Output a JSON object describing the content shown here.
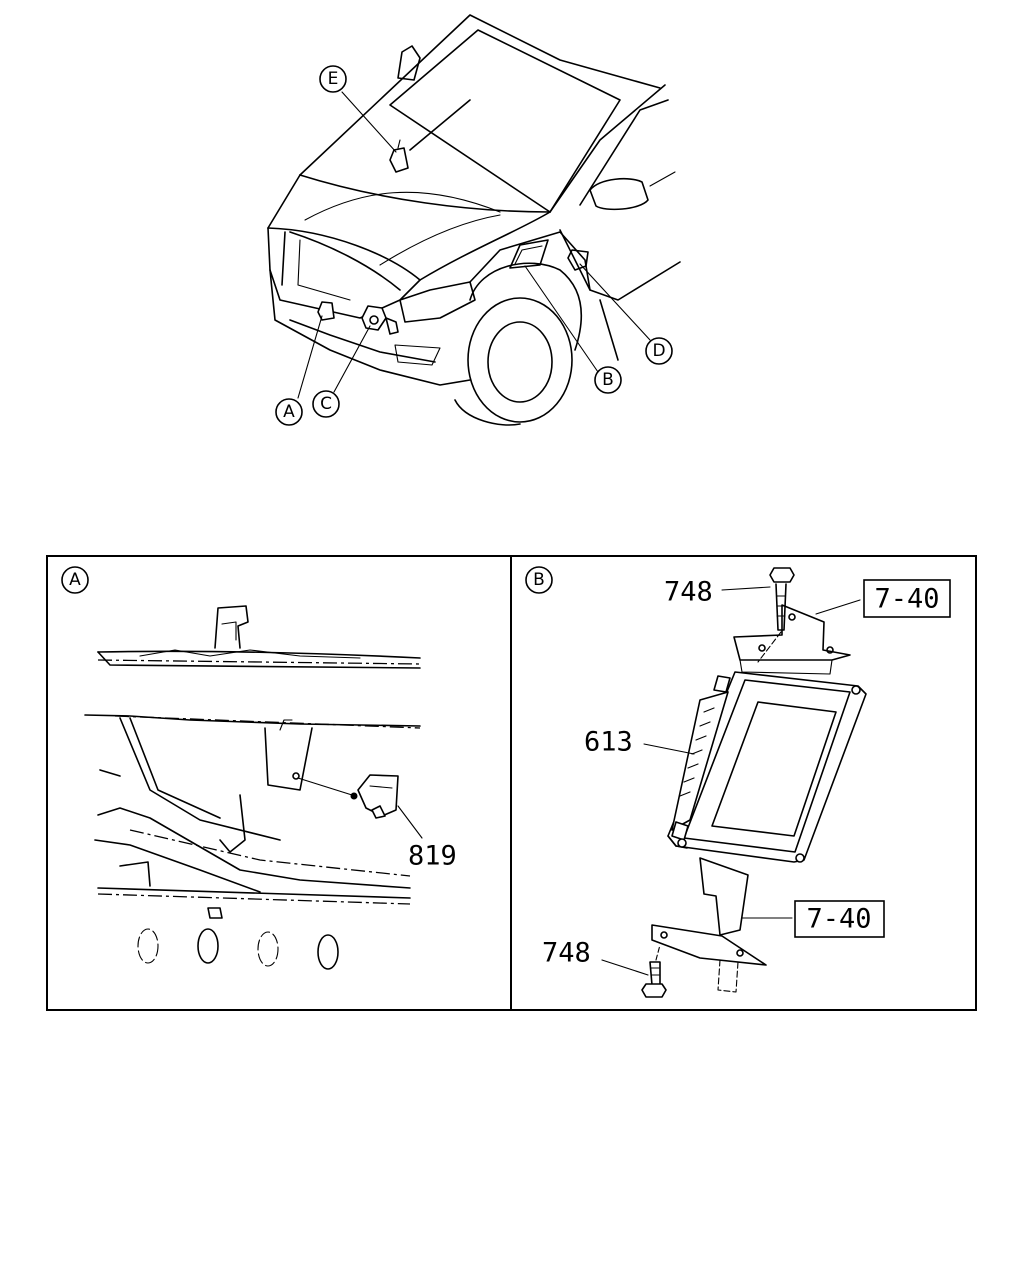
{
  "overview": {
    "callouts": {
      "a": "A",
      "b": "B",
      "c": "C",
      "d": "D",
      "e": "E"
    }
  },
  "panel_a": {
    "label": "A",
    "parts": {
      "part_819": "819"
    }
  },
  "panel_b": {
    "label": "B",
    "parts": {
      "part_748_top": "748",
      "part_613": "613",
      "part_748_bottom": "748"
    },
    "references": {
      "ref_top": "7-40",
      "ref_bottom": "7-40"
    }
  }
}
